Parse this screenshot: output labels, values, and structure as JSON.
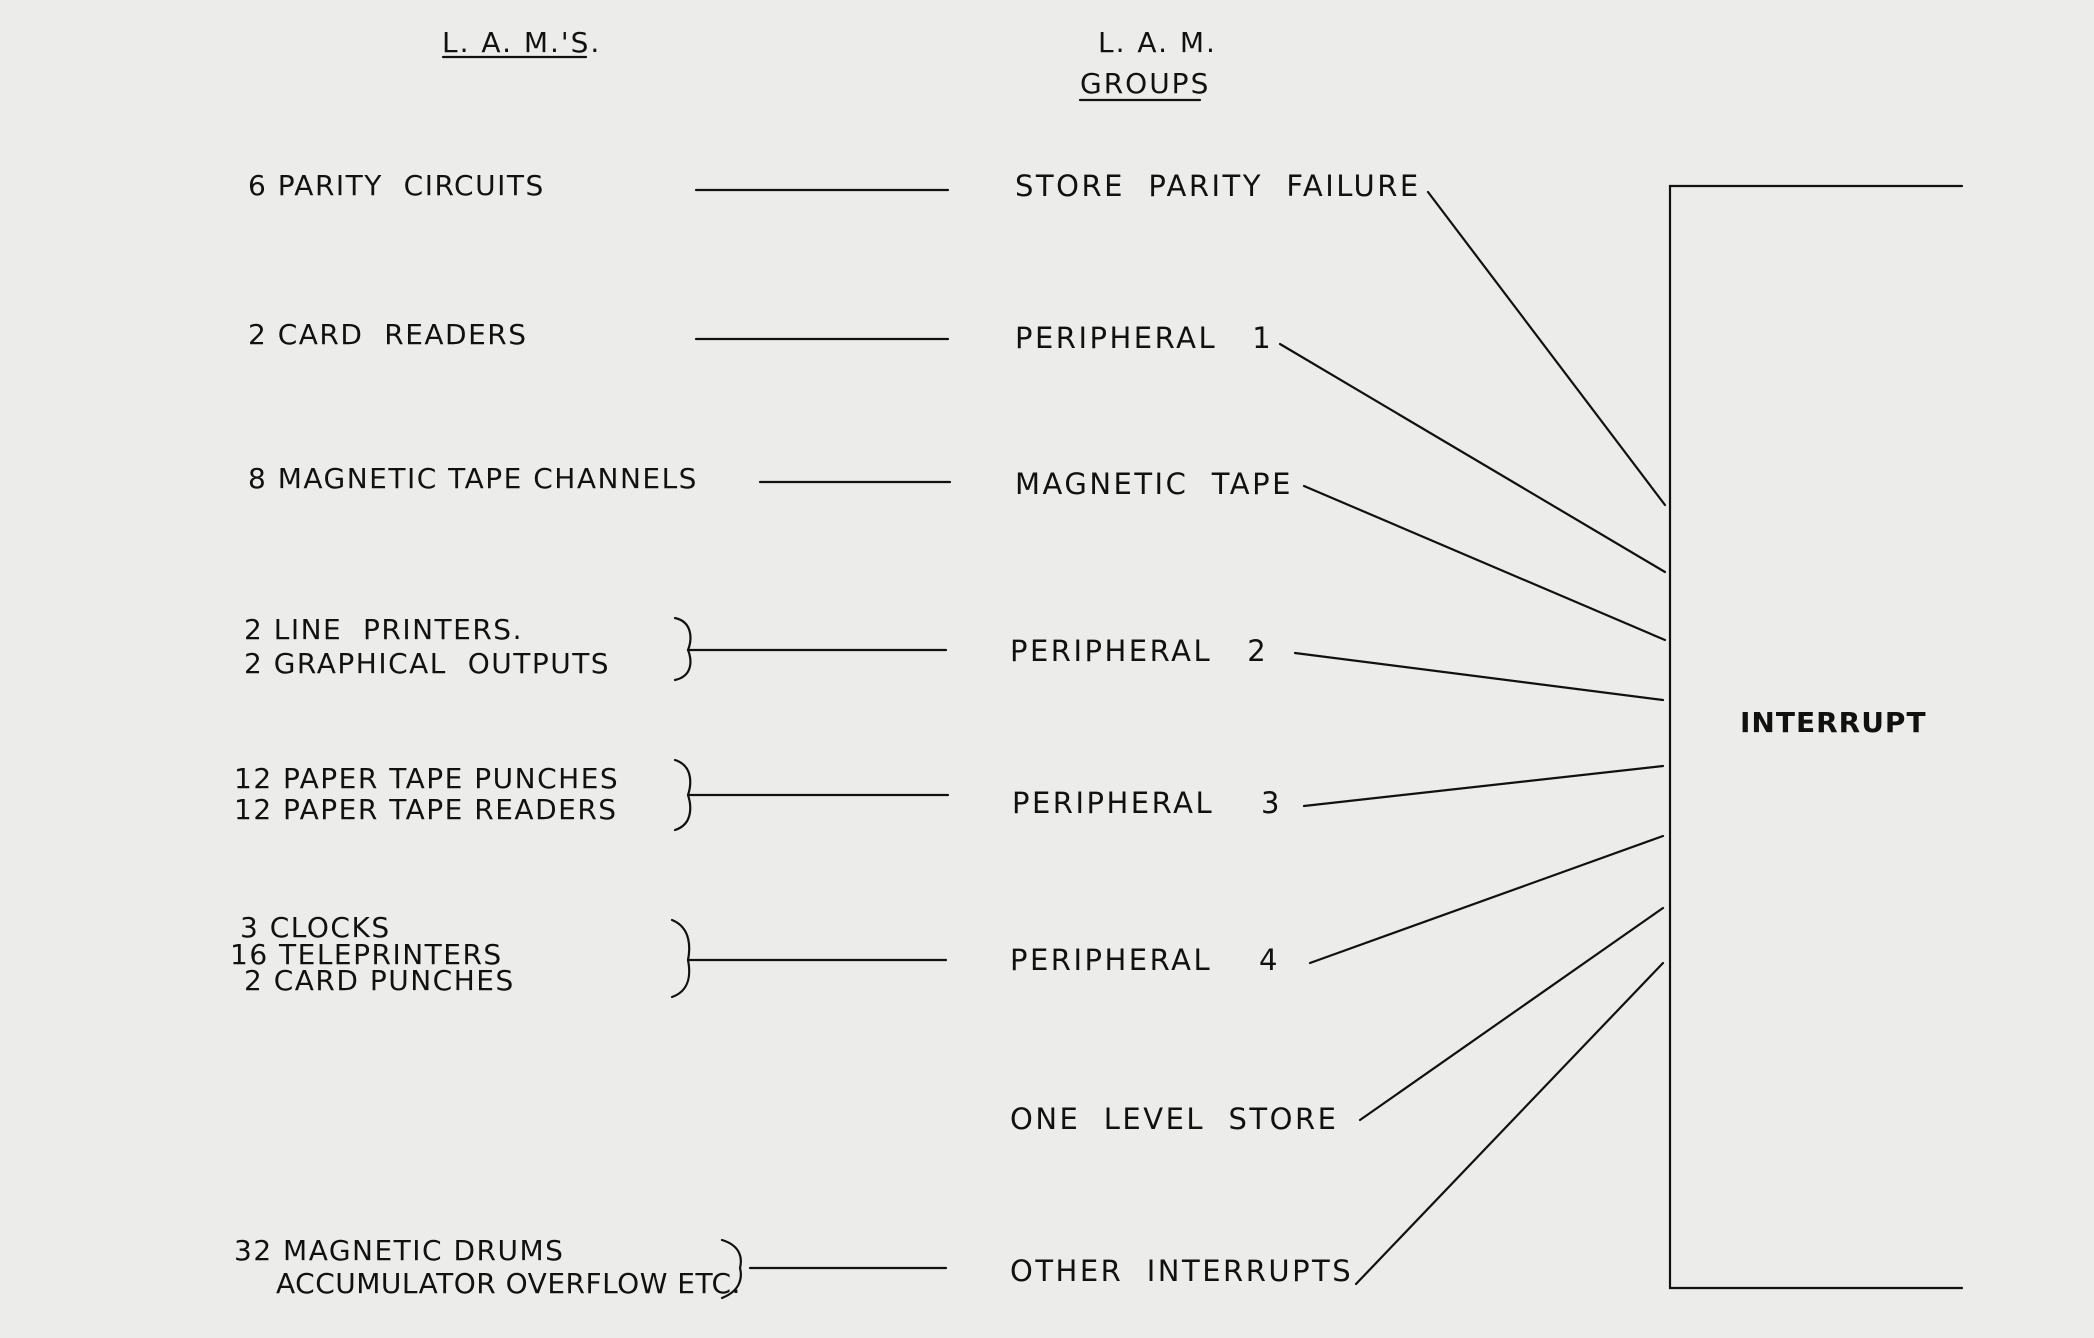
{
  "headers": {
    "lams": "L. A. M.'s.",
    "groups_line1": "L. A. M.",
    "groups_line2": "GROUPS"
  },
  "lams": {
    "parity": "6 PARITY  CIRCUITS",
    "card_readers": "2 CARD  READERS",
    "mag_tape": "8 MAGNETIC TAPE CHANNELS",
    "line_printers": "2 LINE  PRINTERS.",
    "graphical_outputs": "2 GRAPHICAL  OUTPUTS",
    "tape_punches": "12 PAPER TAPE PUNCHES",
    "tape_readers": "12 PAPER TAPE READERS",
    "clocks": "3 CLOCKS",
    "teleprinters": "16 TELEPRINTERS",
    "card_punches": "2 CARD PUNCHES",
    "drums": "32 MAGNETIC DRUMS",
    "acc_overflow": "ACCUMULATOR OVERFLOW ETC."
  },
  "groups": {
    "store_parity": "STORE  PARITY  FAILURE",
    "peripheral_1": "PERIPHERAL   1",
    "magnetic_tape": "MAGNETIC  TAPE",
    "peripheral_2": "PERIPHERAL   2",
    "peripheral_3": "PERIPHERAL    3",
    "peripheral_4": "PERIPHERAL    4",
    "one_level_store": "ONE  LEVEL  STORE",
    "other_interrupts": "OTHER  INTERRUPTS"
  },
  "interrupt": "INTERRUPT"
}
